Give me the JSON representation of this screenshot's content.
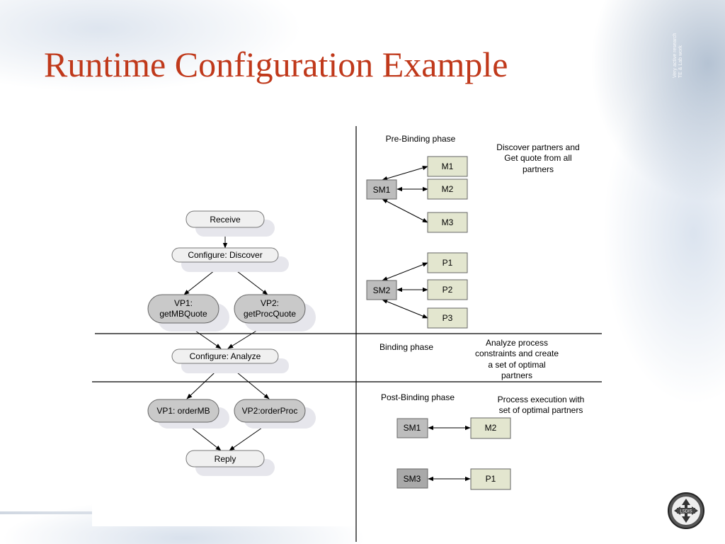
{
  "slide": {
    "title": "Runtime Configuration Example"
  },
  "workflow": {
    "receive": "Receive",
    "configure_discover": "Configure: Discover",
    "vp1_quote": [
      "VP1:",
      "getMBQuote"
    ],
    "vp2_quote": [
      "VP2:",
      "getProcQuote"
    ],
    "configure_analyze": "Configure: Analyze",
    "vp1_order": "VP1: orderMB",
    "vp2_order": "VP2:orderProc",
    "reply": "Reply"
  },
  "pre_binding": {
    "phase_label": "Pre-Binding phase",
    "note": [
      "Discover partners and",
      "Get quote from all",
      "partners"
    ],
    "sm1": "SM1",
    "m_partners": [
      "M1",
      "M2",
      "M3"
    ],
    "sm2": "SM2",
    "p_partners": [
      "P1",
      "P2",
      "P3"
    ]
  },
  "binding": {
    "phase_label": "Binding phase",
    "note": [
      "Analyze process",
      "constraints and create",
      "a set of optimal",
      "partners"
    ]
  },
  "post_binding": {
    "phase_label": "Post-Binding phase",
    "note": [
      "Process execution with",
      "set of optimal partners"
    ],
    "pairs": [
      {
        "service": "SM1",
        "partner": "M2"
      },
      {
        "service": "SM3",
        "partner": "P1"
      }
    ]
  },
  "corner_text": [
    "Very active research",
    "TE & Lab work"
  ],
  "logo": {
    "text": "LSDIS"
  }
}
